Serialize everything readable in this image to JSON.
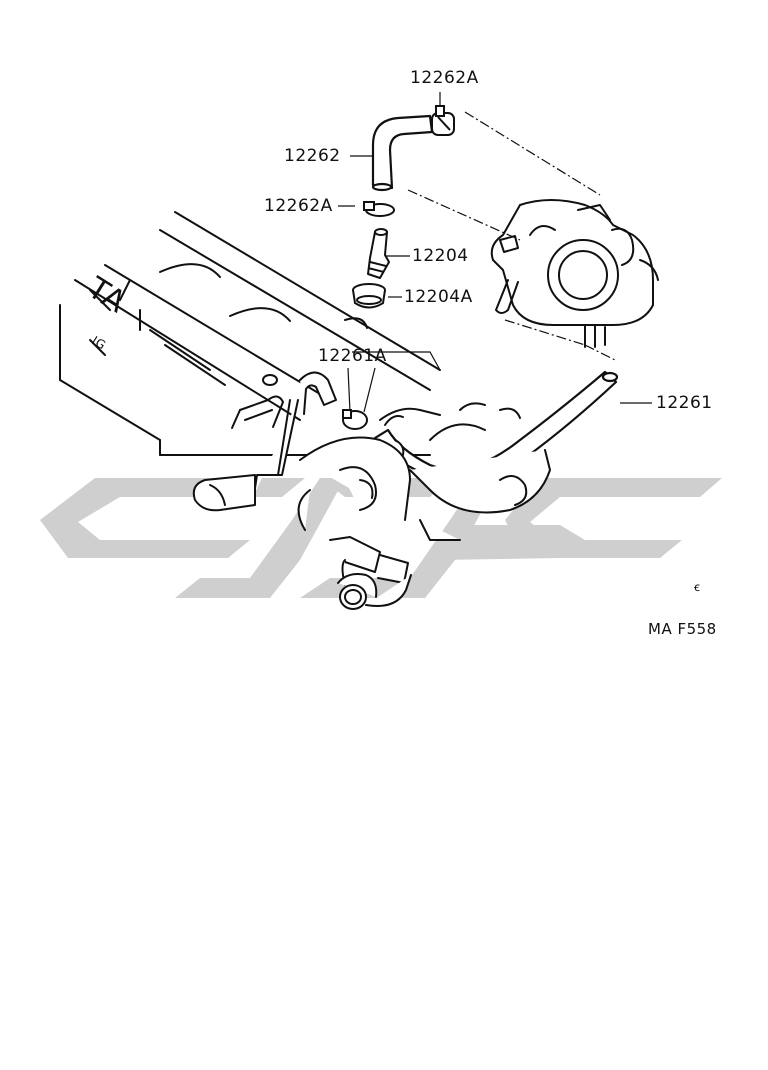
{
  "colors": {
    "line": "#111111",
    "watermark": "#cfcfcf",
    "background": "#ffffff"
  },
  "parts": [
    {
      "id": "p12262A_top",
      "number": "12262A"
    },
    {
      "id": "p12262",
      "number": "12262"
    },
    {
      "id": "p12262A_mid",
      "number": "12262A"
    },
    {
      "id": "p12204",
      "number": "12204"
    },
    {
      "id": "p12204A",
      "number": "12204A"
    },
    {
      "id": "p12261A",
      "number": "12261A"
    },
    {
      "id": "p12261",
      "number": "12261"
    }
  ],
  "diagram_code": "MA F558",
  "small_mark": "ꞓ",
  "engine_lettering": "TA",
  "engine_lettering_sub": "IG"
}
